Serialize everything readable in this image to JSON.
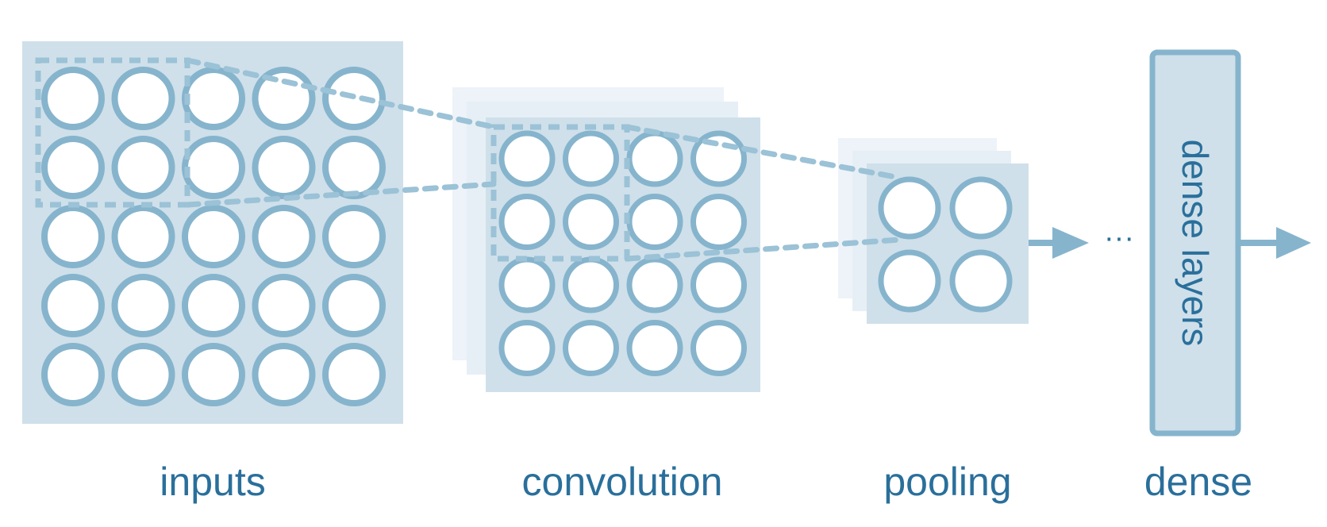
{
  "stages": [
    {
      "id": "inputs",
      "label": "inputs",
      "grid": {
        "rows": 5,
        "cols": 5
      }
    },
    {
      "id": "convolution",
      "label": "convolution",
      "grid": {
        "rows": 4,
        "cols": 4
      }
    },
    {
      "id": "pooling",
      "label": "pooling",
      "grid": {
        "rows": 2,
        "cols": 2
      }
    },
    {
      "id": "dense",
      "label": "dense",
      "box_text": "dense layers"
    }
  ],
  "ellipsis": "···",
  "colors": {
    "panel_fill": "#cfe0ea",
    "panel_back_1": "#e6eff5",
    "panel_back_2": "#edf3f8",
    "neuron_stroke": "#86b4cd",
    "neuron_fill": "#ffffff",
    "dash": "#9bc2d6",
    "arrow": "#86b4cd",
    "dense_stroke": "#86b4cd",
    "text": "#2a6f9b"
  }
}
